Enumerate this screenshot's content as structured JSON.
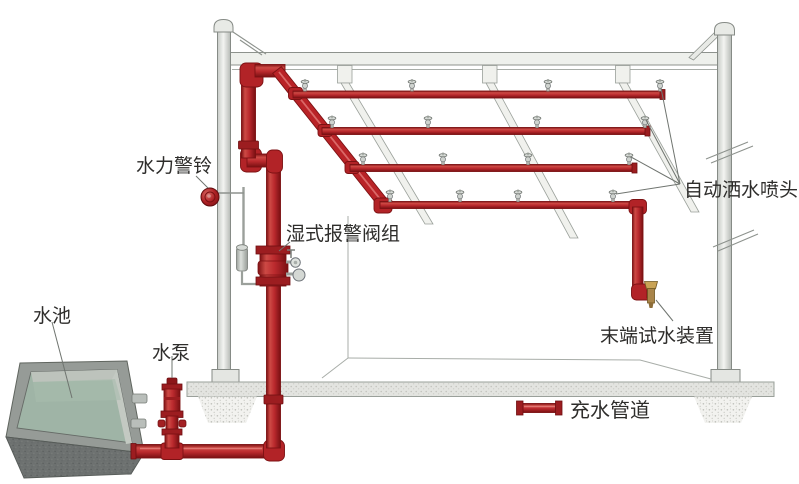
{
  "diagram": {
    "type": "wet-pipe-fire-sprinkler-system-schematic",
    "labels": {
      "alarm_bell": "水力警铃",
      "wet_alarm_valve_group": "湿式报警阀组",
      "water_tank": "水池",
      "water_pump": "水泵",
      "auto_sprinkler_heads": "自动洒水喷头",
      "end_test_device": "末端试水装置"
    },
    "legend": {
      "items": [
        {
          "symbol": "red-pipe-segment",
          "label": "充水管道",
          "color": "#c22c30"
        }
      ]
    },
    "structure": {
      "branch_pipes": 4,
      "sprinklers_per_branch": 4,
      "total_sprinklers": 16
    },
    "colors": {
      "pipe_red": "#c22c30",
      "pipe_dark": "#7c1113",
      "frame_gray": "#ececea",
      "water": "#9fb4a6",
      "tank_front": "#6d7170",
      "device_gold": "#c9a355",
      "text": "#2e2d2b"
    }
  }
}
